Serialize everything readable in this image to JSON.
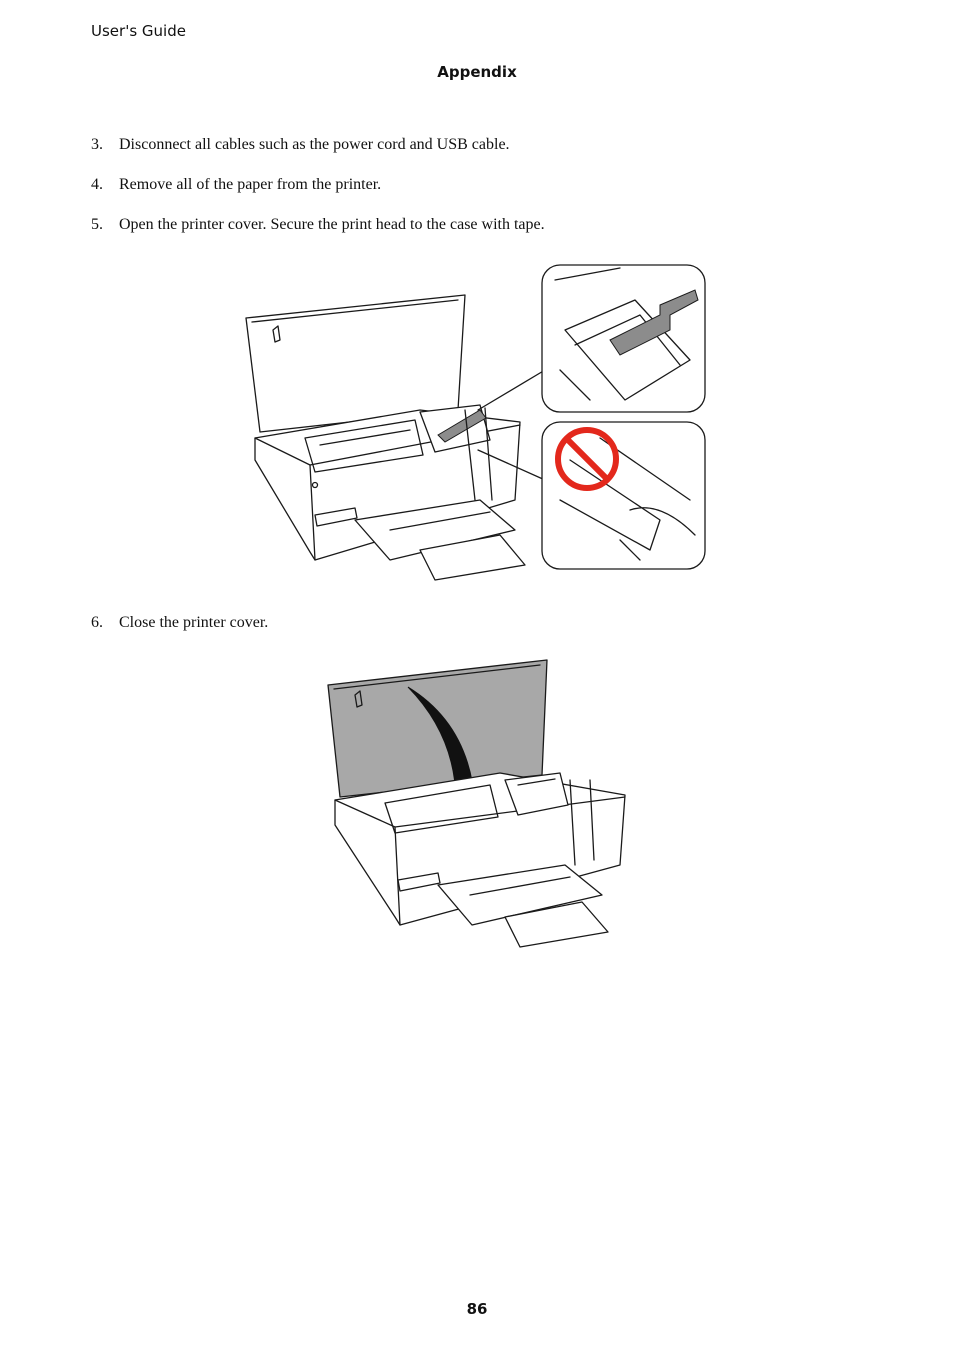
{
  "header": {
    "guide_title": "User's Guide",
    "section_title": "Appendix"
  },
  "steps": [
    {
      "number": "3.",
      "text": "Disconnect all cables such as the power cord and USB cable."
    },
    {
      "number": "4.",
      "text": "Remove all of the paper from the printer."
    },
    {
      "number": "5.",
      "text": "Open the printer cover. Secure the print head to the case with tape."
    },
    {
      "number": "6.",
      "text": "Close the printer cover."
    }
  ],
  "figures": [
    {
      "name": "printer-open-tape",
      "icon": "printer-illustration",
      "callouts": [
        "tape-on-print-head-detail",
        "prohibited-touch-detail"
      ],
      "prohibited_color": "#e3281c",
      "tape_color": "#8c8c8c"
    },
    {
      "name": "printer-close-cover",
      "icon": "printer-illustration",
      "cover_color": "#a8a8a8",
      "arrow_color": "#111111"
    }
  ],
  "footer": {
    "page_number": "86"
  }
}
